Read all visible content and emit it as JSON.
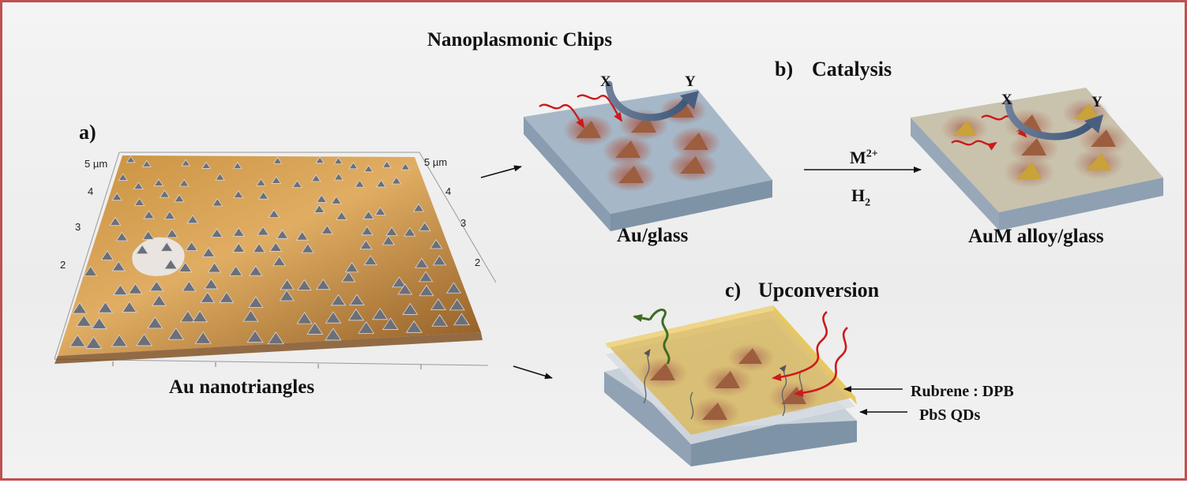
{
  "title": "Nanoplasmonic Chips",
  "panel_a": {
    "letter": "a)",
    "caption": "Au nanotriangles",
    "left_axis_ticks": [
      "5 µm",
      "4",
      "3",
      "2"
    ],
    "right_axis_ticks": [
      "5 µm",
      "4",
      "3",
      "2"
    ]
  },
  "panel_b": {
    "letter": "b)",
    "label": "Catalysis",
    "left_chip_caption": "Au/glass",
    "right_chip_caption": "AuM alloy/glass",
    "reactant": "X",
    "product": "Y",
    "arrow_top_main": "M",
    "arrow_top_sup": "2+",
    "arrow_bottom_main": "H",
    "arrow_bottom_sub": "2"
  },
  "panel_c": {
    "letter": "c)",
    "label": "Upconversion",
    "layer_top": "Rubrene : DPB",
    "layer_bottom": "PbS QDs"
  },
  "colors": {
    "border": "#c05050",
    "afm_gold": "#b87f3a",
    "glass_top": "#9fb3c4",
    "glass_side": "#7e93a6",
    "nanotriangle": "#9c5e3e",
    "alloy_triangle": "#c9a23a",
    "light_arrow": "#cc1a1a",
    "emission_arrow": "#3f6b22",
    "rubrene_film": "#d9b650"
  }
}
